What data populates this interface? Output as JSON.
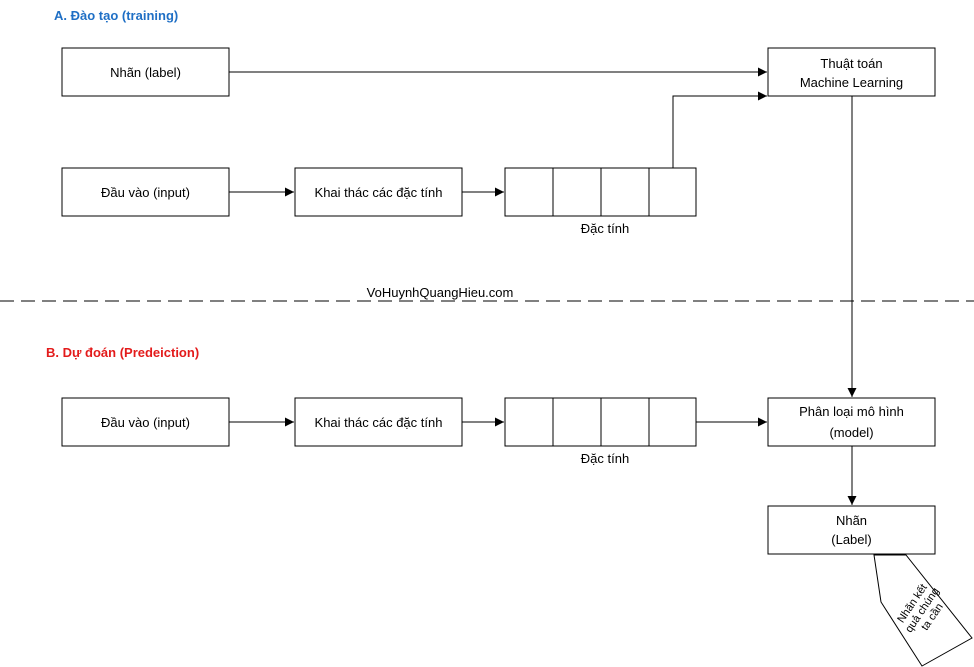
{
  "colors": {
    "section_a_title": "#1f6fc5",
    "section_b_title": "#e31b1b",
    "line": "#000000"
  },
  "watermark": "VoHuynhQuangHieu.com",
  "training": {
    "title": "A. Đào tạo (training)",
    "label_box": "Nhãn (label)",
    "input_box": "Đầu vào (input)",
    "extract_box": "Khai thác các đặc tính",
    "features_caption": "Đặc tính",
    "algorithm_line1": "Thuật toán",
    "algorithm_line2": "Machine Learning"
  },
  "prediction": {
    "title": "B. Dự đoán (Predeiction)",
    "input_box": "Đầu vào (input)",
    "extract_box": "Khai thác các đặc tính",
    "features_caption": "Đặc tính",
    "model_line1": "Phân loại mô hình",
    "model_line2": "(model)",
    "label_line1": "Nhãn",
    "label_line2": "(Label)",
    "note_lines": [
      "Nhãn kết",
      "quả chúng",
      "ta cần"
    ]
  }
}
